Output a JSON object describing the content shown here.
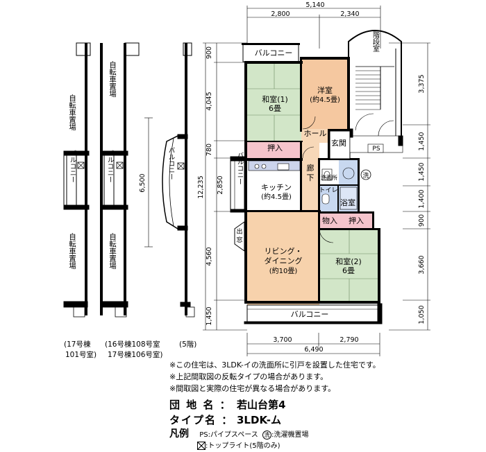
{
  "dimensions": {
    "top_total": "5,140",
    "top_left": "2,800",
    "top_right": "2,340",
    "bottom_left": "3,700",
    "bottom_right": "2,790",
    "bottom_total": "6,490",
    "left_900": "900",
    "left_4045": "4,045",
    "left_780": "780",
    "left_2850": "2,850",
    "left_12235": "12,235",
    "left_6500": "6,500",
    "left_4560": "4,560",
    "left_1450": "1,450",
    "right_3375": "3,375",
    "right_1450a": "1,450",
    "right_1450b": "1,450",
    "right_1400": "1,400",
    "right_900": "900",
    "right_3660": "3,660",
    "right_1050": "1,050"
  },
  "rooms": {
    "washitsu1_name": "和室(1)",
    "washitsu1_size": "6畳",
    "youshitsu_name": "洋室",
    "youshitsu_size": "(約4.5畳)",
    "hall": "ホール",
    "genkan": "玄関",
    "oshiire1": "押入",
    "kitchen_name": "キッチン",
    "kitchen_size": "(約4.5畳)",
    "rouka_1": "廊",
    "rouka_2": "下",
    "senmenjo": "洗面所",
    "washer": "洗",
    "toilet": "トイレ",
    "bath": "浴室",
    "mono": "物入",
    "oshiire2": "押入",
    "living_1": "リビング・",
    "living_2": "ダイニング",
    "living_3": "(約10畳)",
    "washitsu2_name": "和室(2)",
    "washitsu2_size": "6畳",
    "balcony_top": "バルコニー",
    "balcony_bottom": "バルコニー",
    "balcony_side": "バルコニー",
    "demado_1": "出",
    "demado_2": "窓",
    "stairs": "階段室",
    "ps": "PS"
  },
  "keyplan": {
    "bike_1": "自転車置場",
    "bike_2": "自転車置場",
    "bike_3": "自転車置場",
    "bike_4": "自転車置場",
    "balcony_1": "バルコニー",
    "balcony_2": "バルコニー",
    "balcony_3": "バルコニー",
    "caption_1a": "(17号棟",
    "caption_1b": "101号室)",
    "caption_2a": "(16号棟108号室",
    "caption_2b": "17号棟106号室)",
    "caption_3": "(5階)"
  },
  "notes": [
    "※この住宅は、3LDK-イの洗面所に引戸を設置した住宅です。",
    "※上記間取図の反転タイプの場合があります。",
    "※間取図と実際の住宅が異なる場合があります。"
  ],
  "info": {
    "danchi_label": "団 地 名 ：",
    "danchi_value": "若山台第4",
    "type_label": "タイプ名 ：",
    "type_value": "3LDK-ム"
  },
  "legend": {
    "title": "凡例",
    "ps_text": "PS:パイプスペース",
    "washer_symbol": "洗",
    "washer_text": ":洗濯機置場",
    "toplight_text": ":トップライト(5階のみ)"
  },
  "colors": {
    "tatami": "#d2e6c8",
    "youshitsu": "#f5c8a0",
    "oshiire": "#f5c4cc",
    "kitchen": "#ccd4ec",
    "bath": "#c8d8f0",
    "living": "#f7d2ac",
    "hall": "#f7d8b8",
    "wall": "#000000"
  }
}
